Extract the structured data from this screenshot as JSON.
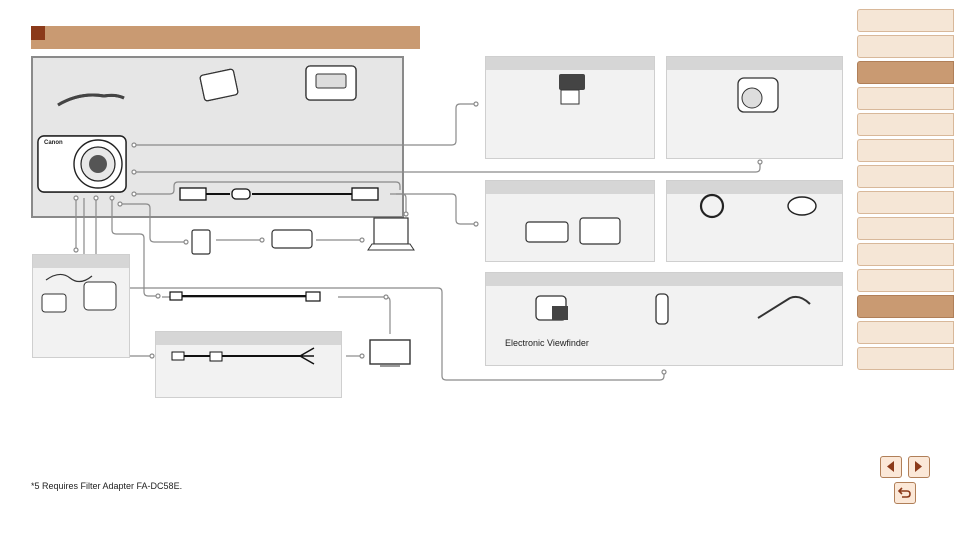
{
  "labels": {
    "electronic_viewfinder": "Electronic Viewfinder"
  },
  "footnote": "*5 Requires Filter Adapter FA-DC58E.",
  "camera_brand": "Canon",
  "colors": {
    "accent": "#c99a72",
    "accent_dark": "#8b3a1a",
    "tab_bg": "#f5e6d6",
    "line": "#8a8a8a"
  },
  "tabs": [
    {
      "active": false
    },
    {
      "active": false
    },
    {
      "active": true
    },
    {
      "active": false
    },
    {
      "active": false
    },
    {
      "active": false
    },
    {
      "active": false
    },
    {
      "active": false
    },
    {
      "active": false
    },
    {
      "active": false
    },
    {
      "active": false
    },
    {
      "active": true
    },
    {
      "active": false
    },
    {
      "active": false
    }
  ],
  "nav": {
    "prev_icon": "triangle-left-icon",
    "next_icon": "triangle-right-icon",
    "return_icon": "return-arrow-icon"
  }
}
